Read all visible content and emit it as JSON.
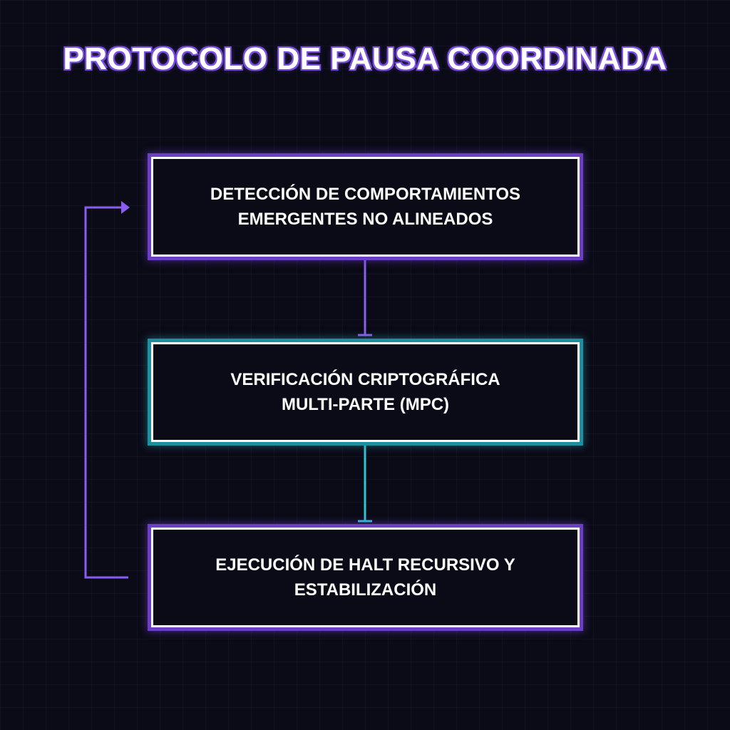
{
  "title": "PROTOCOLO DE PAUSA COORDINADA",
  "steps": [
    {
      "label": "DETECCIÓN DE COMPORTAMIENTOS\nEMERGENTES NO ALINEADOS"
    },
    {
      "label": "VERIFICACIÓN CRIPTOGRÁFICA\nMULTI-PARTE (MPC)"
    },
    {
      "label": "EJECUCIÓN DE HALT RECURSIVO Y\nESTABILIZACIÓN"
    }
  ],
  "colors": {
    "background": "#0b0b17",
    "purple": "#7b4fe0",
    "cyan": "#2ec4d6",
    "box_border": "#ffffff",
    "text": "#ffffff"
  }
}
